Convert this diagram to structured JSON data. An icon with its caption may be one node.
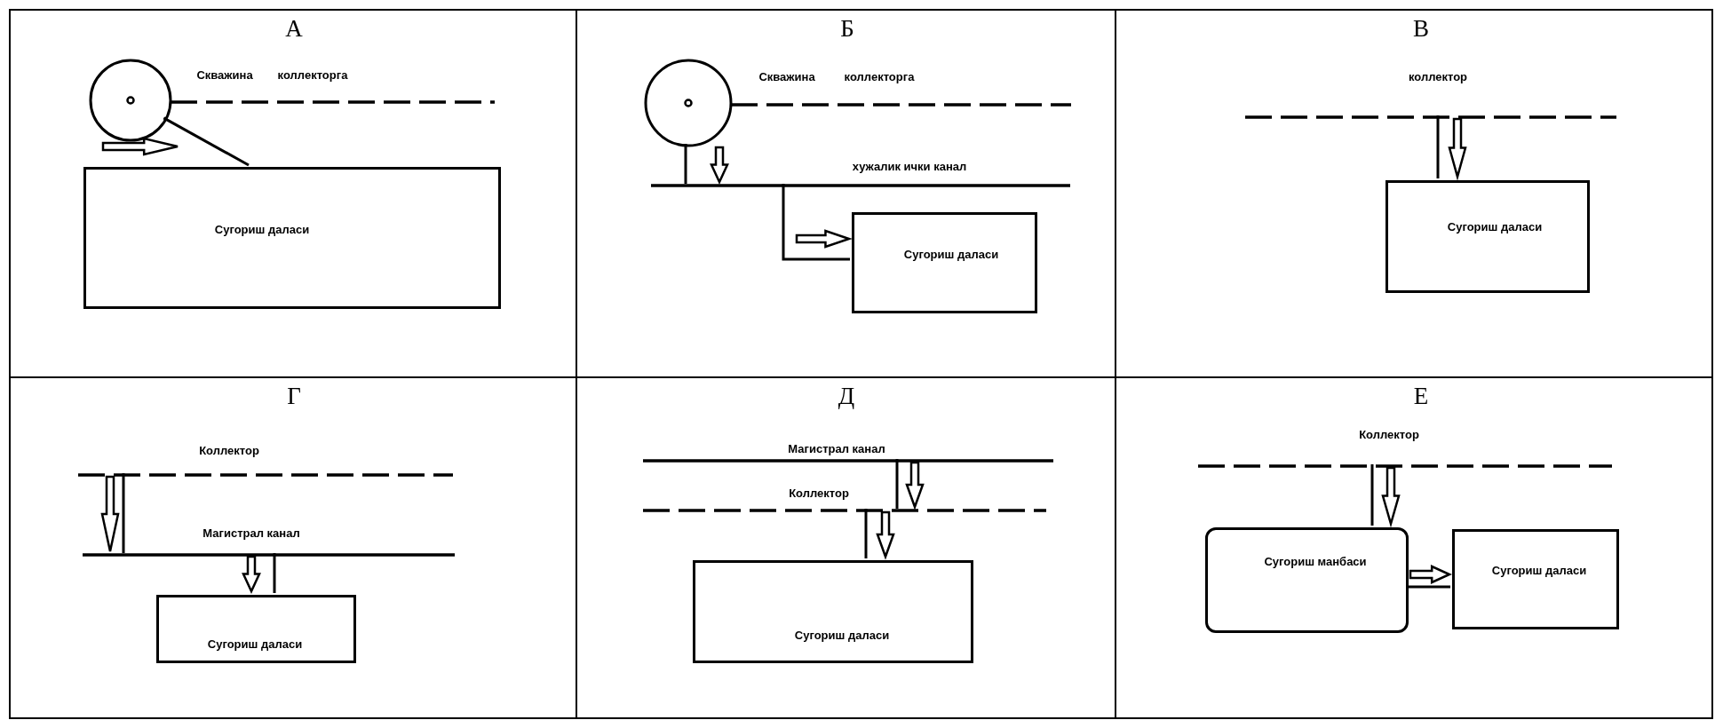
{
  "diagram": {
    "nodes": [
      {
        "text": [
          "А"
        ]
      },
      {
        "text": [],
        "shape": "circle",
        "in": 0
      },
      {
        "text": [
          "Скважина",
          "коллекторга"
        ],
        "in": 0
      },
      {
        "text": [
          "Сугориш даласи"
        ],
        "in": 0
      },
      {
        "text": [
          "Б"
        ]
      },
      {
        "text": [],
        "shape": "circle",
        "in": 4
      },
      {
        "text": [
          "Скважина",
          "коллекторга"
        ],
        "in": 4
      },
      {
        "text": [
          "хужалик ички канал"
        ],
        "in": 4
      },
      {
        "text": [
          "Сугориш даласи"
        ],
        "in": 4
      },
      {
        "text": [
          "В"
        ]
      },
      {
        "text": [
          "коллектор"
        ],
        "in": 9
      },
      {
        "text": [
          "Сугориш даласи"
        ],
        "in": 9
      },
      {
        "text": [
          "Г"
        ]
      },
      {
        "text": [
          "Коллектор"
        ],
        "in": 12
      },
      {
        "text": [
          "Магистрал канал"
        ],
        "in": 12
      },
      {
        "text": [
          "Сугориш даласи"
        ],
        "in": 12
      },
      {
        "text": [
          "Д"
        ]
      },
      {
        "text": [
          "Магистрал канал"
        ],
        "in": 16
      },
      {
        "text": [
          "Коллектор"
        ],
        "in": 16
      },
      {
        "text": [
          "Сугориш даласи"
        ],
        "in": 16
      },
      {
        "text": [
          "Е"
        ]
      },
      {
        "text": [
          "Коллектор"
        ],
        "in": 20
      },
      {
        "text": [
          "Сугориш манбаси"
        ],
        "in": 20
      },
      {
        "text": [
          "Сугориш даласи"
        ],
        "in": 20
      }
    ],
    "edges": [
      {
        "from": 1,
        "to": 3,
        "arrow": "none"
      },
      {
        "from": 5,
        "to": 7,
        "arrow": "none"
      },
      {
        "from": 7,
        "to": 8,
        "arrow": "none"
      },
      {
        "from": 10,
        "to": 11,
        "arrow": "none"
      },
      {
        "from": 13,
        "to": 14,
        "arrow": "none"
      },
      {
        "from": 14,
        "to": 15,
        "arrow": "none"
      },
      {
        "from": 17,
        "to": 18,
        "arrow": "none"
      },
      {
        "from": 18,
        "to": 19,
        "arrow": "none"
      },
      {
        "from": 21,
        "to": 22,
        "arrow": "none"
      },
      {
        "from": 22,
        "to": 23,
        "arrow": "none"
      },
      {
        "from": 1,
        "to": 3,
        "arrow": "to"
      },
      {
        "from": 5,
        "to": 7,
        "arrow": "to"
      },
      {
        "from": 7,
        "to": 8,
        "arrow": "to"
      },
      {
        "from": 10,
        "to": 11,
        "arrow": "to"
      },
      {
        "from": 13,
        "to": 14,
        "arrow": "to"
      },
      {
        "from": 14,
        "to": 15,
        "arrow": "to"
      },
      {
        "from": 17,
        "to": 18,
        "arrow": "to"
      },
      {
        "from": 18,
        "to": 19,
        "arrow": "to"
      },
      {
        "from": 21,
        "to": 22,
        "arrow": "to"
      },
      {
        "from": 22,
        "to": 23,
        "arrow": "to"
      }
    ]
  }
}
